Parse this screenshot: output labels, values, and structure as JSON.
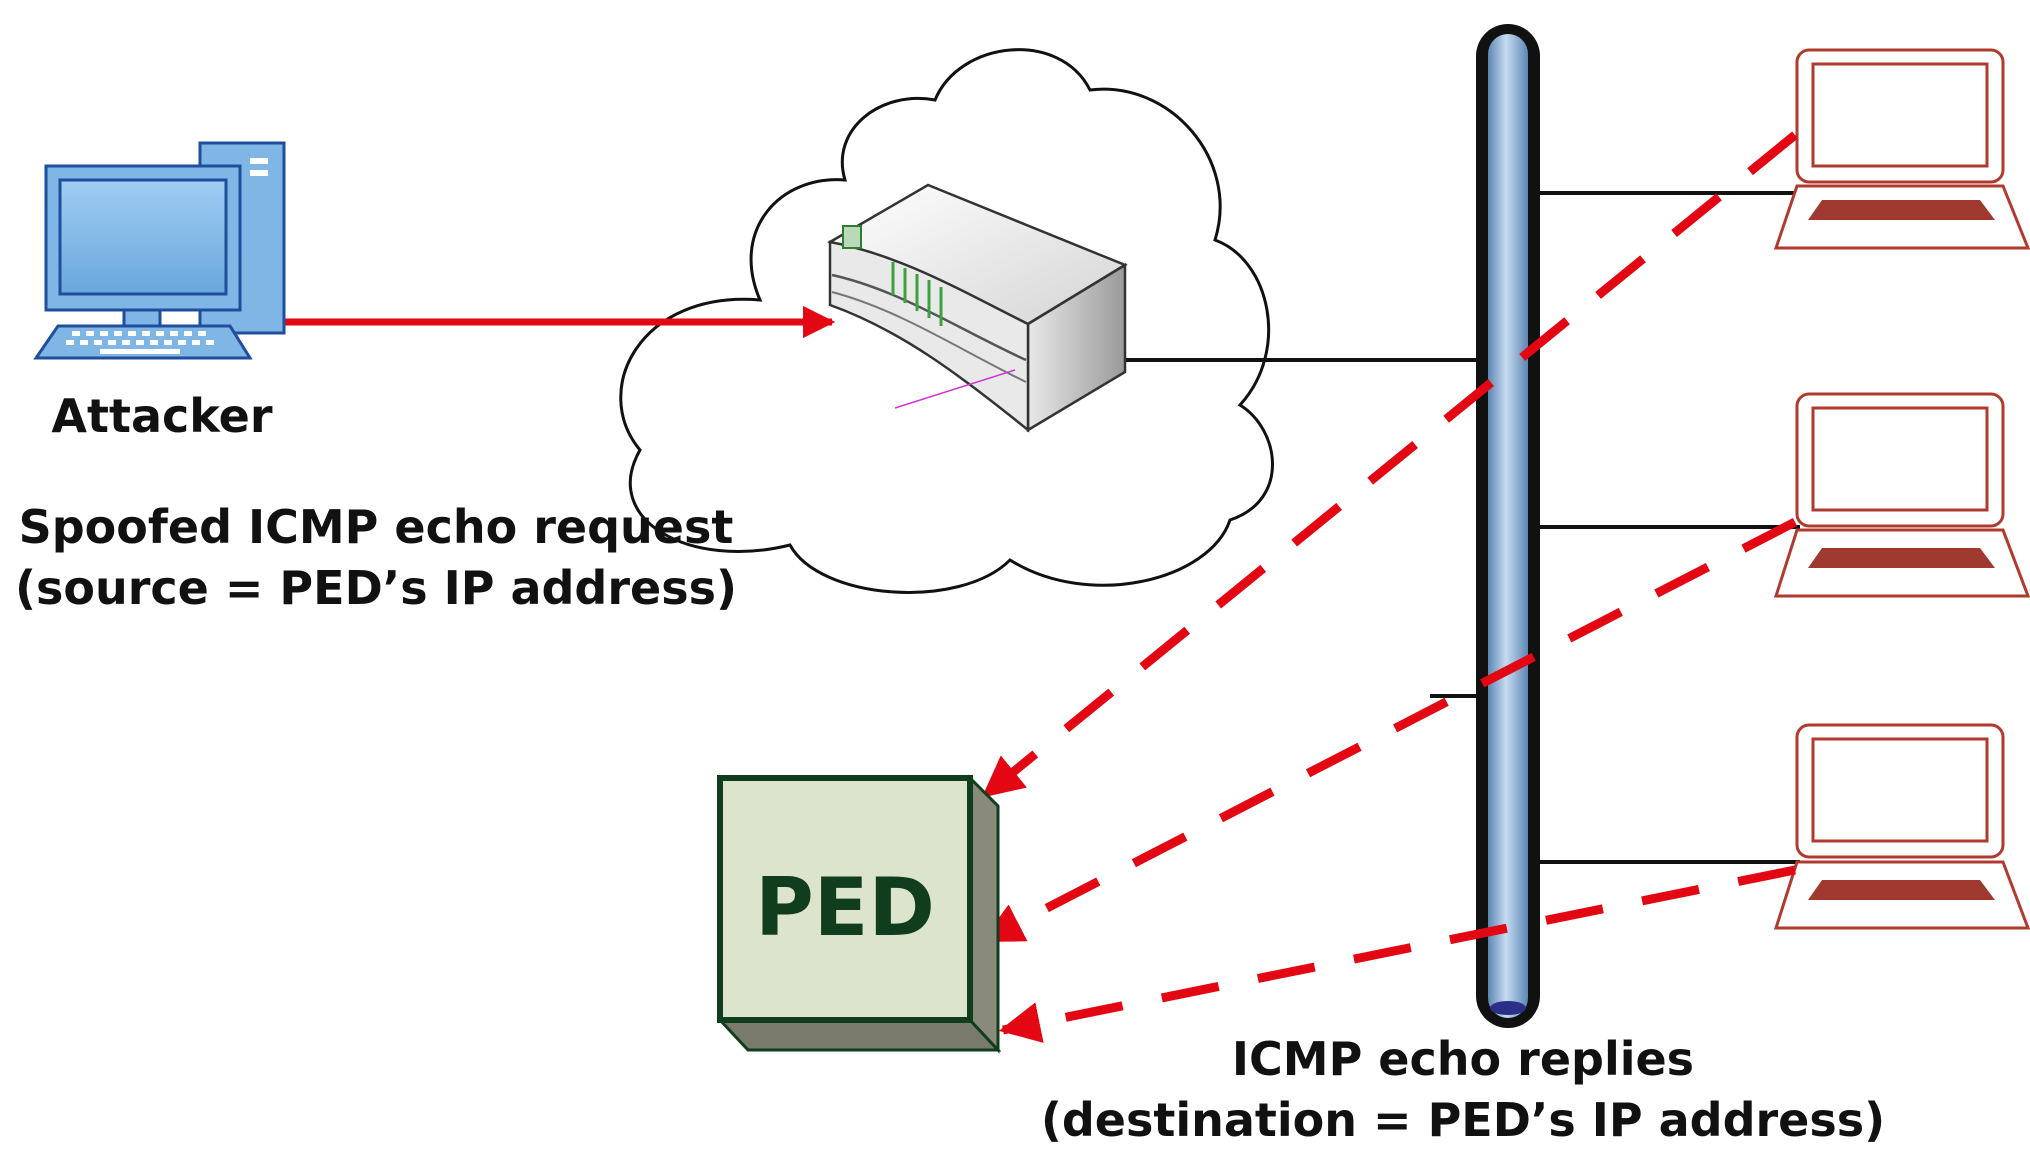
{
  "labels": {
    "attacker": "Attacker",
    "request_line1": "Spoofed ICMP echo request",
    "request_line2": "(source = PED’s IP address)",
    "ped": "PED",
    "replies_line1": "ICMP echo replies",
    "replies_line2": "(destination = PED’s IP address)"
  },
  "colors": {
    "attack_arrow": "#e30613",
    "reply_arrows": "#e30613",
    "bus_fill": "#8fb8dc",
    "bus_outline": "#111111",
    "ped_fill": "#dde4cd",
    "ped_border": "#0f3d1e",
    "ped_text": "#0f3d1e",
    "laptop_outline": "#b03a2e",
    "desktop_fill": "#7fb6e6",
    "desktop_outline": "#1f4e9c"
  },
  "icons": {
    "attacker": "desktop-computer-icon",
    "router": "router-icon",
    "cloud": "cloud-icon",
    "bus": "network-bus-icon",
    "hosts": "laptop-icon",
    "target": "ped-box-icon"
  },
  "hosts": [
    {
      "id": "host-1"
    },
    {
      "id": "host-2"
    },
    {
      "id": "host-3"
    }
  ]
}
